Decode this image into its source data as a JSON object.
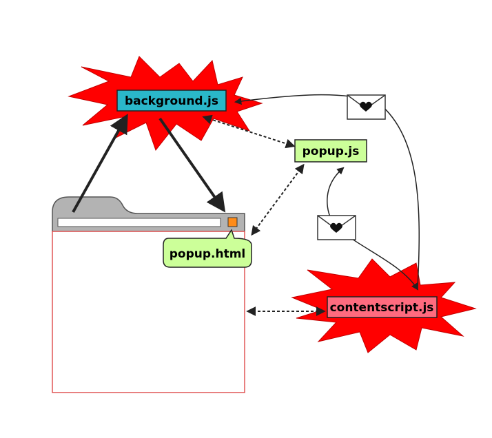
{
  "nodes": {
    "background": {
      "label": "background.js",
      "fill": "#2ab7c9"
    },
    "popup_js": {
      "label": "popup.js",
      "fill": "#ccff99"
    },
    "popup_html": {
      "label": "popup.html",
      "fill": "#ccff99"
    },
    "contentscript": {
      "label": "contentscript.js",
      "fill": "#ff6b7f"
    }
  },
  "colors": {
    "burst": "#ff0000",
    "browser_border": "#e05555",
    "chrome": "#b3b3b3",
    "extension_button": "#ff8c1a"
  },
  "icons": [
    "envelope-heart-icon",
    "envelope-heart-icon",
    "browser-window-icon"
  ]
}
